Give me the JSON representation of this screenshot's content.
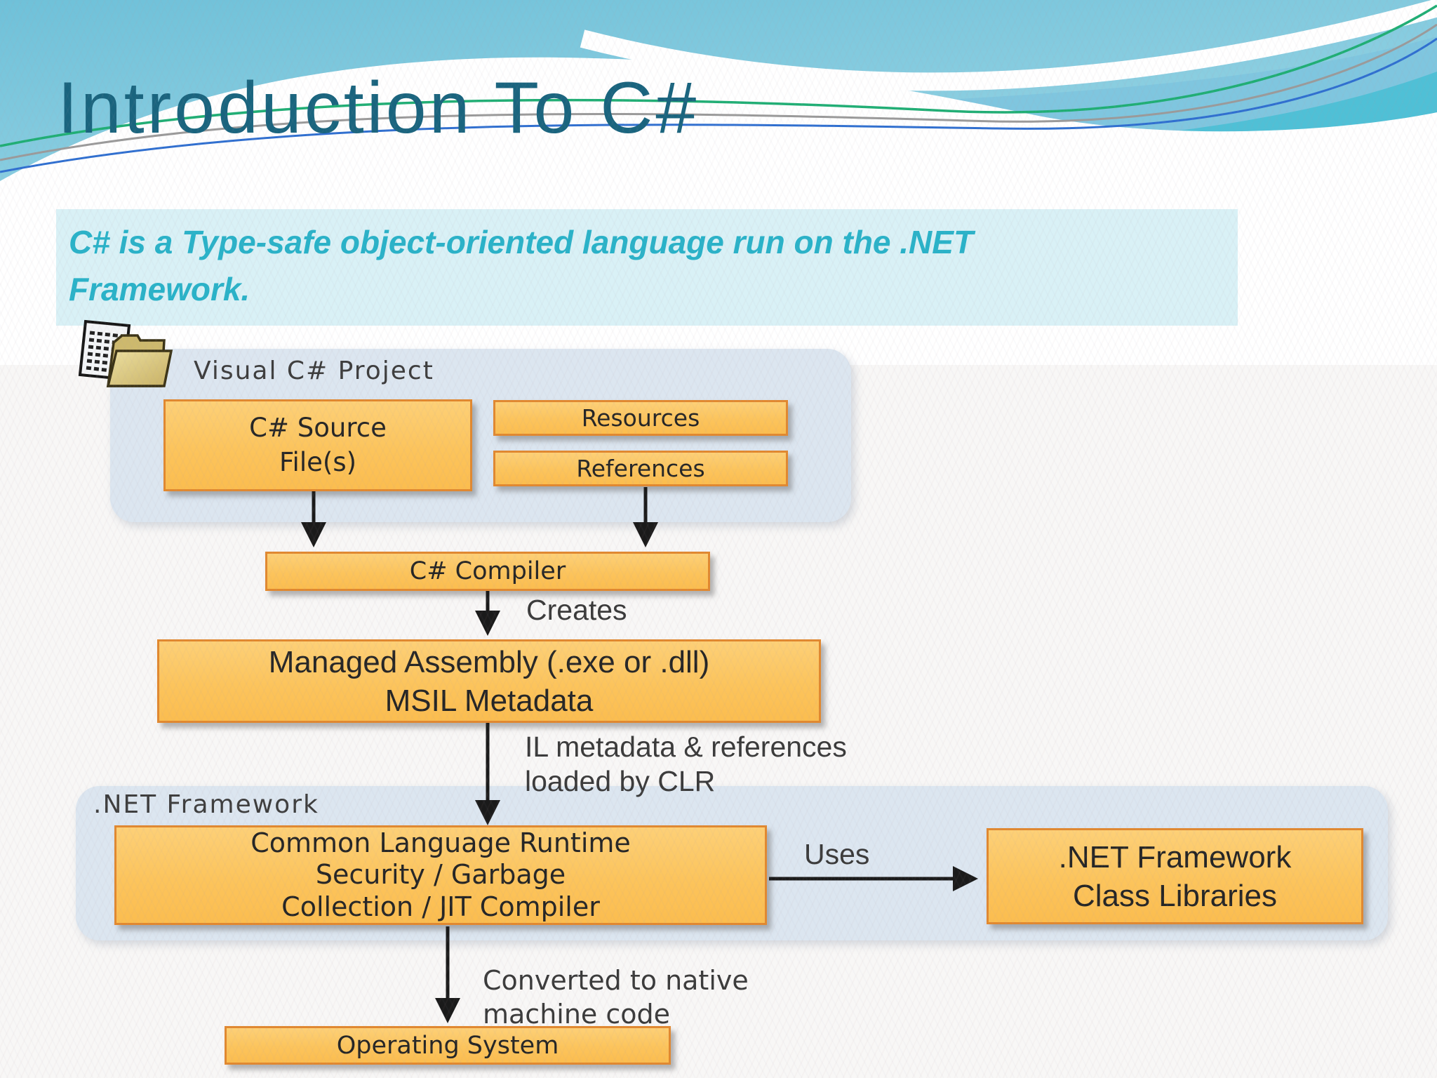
{
  "slide": {
    "title": "Introduction To C#",
    "subtitle": {
      "lines": [
        "C# is a Type-safe object-oriented language run on the .NET",
        "Framework."
      ]
    }
  },
  "diagram": {
    "project_group": {
      "label": "Visual C# Project",
      "source_box": {
        "lines": [
          "C# Source",
          "File(s)"
        ]
      },
      "resources_box": {
        "label": "Resources"
      },
      "references_box": {
        "label": "References"
      }
    },
    "compiler_box": {
      "label": "C# Compiler"
    },
    "creates_label": "Creates",
    "assembly_box": {
      "lines": [
        "Managed Assembly (.exe or .dll)",
        "MSIL Metadata"
      ]
    },
    "il_label": {
      "lines": [
        "IL metadata & references",
        "loaded by CLR"
      ]
    },
    "net_group": {
      "label": ".NET Framework",
      "clr_box": {
        "lines": [
          "Common Language Runtime",
          "Security / Garbage",
          "Collection / JIT Compiler"
        ]
      },
      "uses_label": "Uses",
      "class_libraries_box": {
        "lines": [
          ".NET Framework",
          "Class Libraries"
        ]
      }
    },
    "converted_label": {
      "lines": [
        "Converted to native",
        "machine code"
      ]
    },
    "os_box": {
      "label": "Operating System"
    }
  },
  "icons": [
    "project-files-icon",
    "document-icon",
    "folder-icon"
  ],
  "colors": {
    "title_text": "#19647e",
    "subtitle_text": "#29b2c8",
    "subtitle_bg": "#d9f1f6",
    "header_cyan": "#79c6dc",
    "wave_blue_band": "#7fc6df",
    "wave_turquoise": "#4fc0d6",
    "curve_green": "#1fae74",
    "curve_blue": "#2f6fd0",
    "curve_gray": "#9a9a9a",
    "box_fill": "#fcc45c",
    "box_border": "#e1882f",
    "group_panel_bg": "#dce6f0",
    "arrow": "#1a1a1a"
  }
}
